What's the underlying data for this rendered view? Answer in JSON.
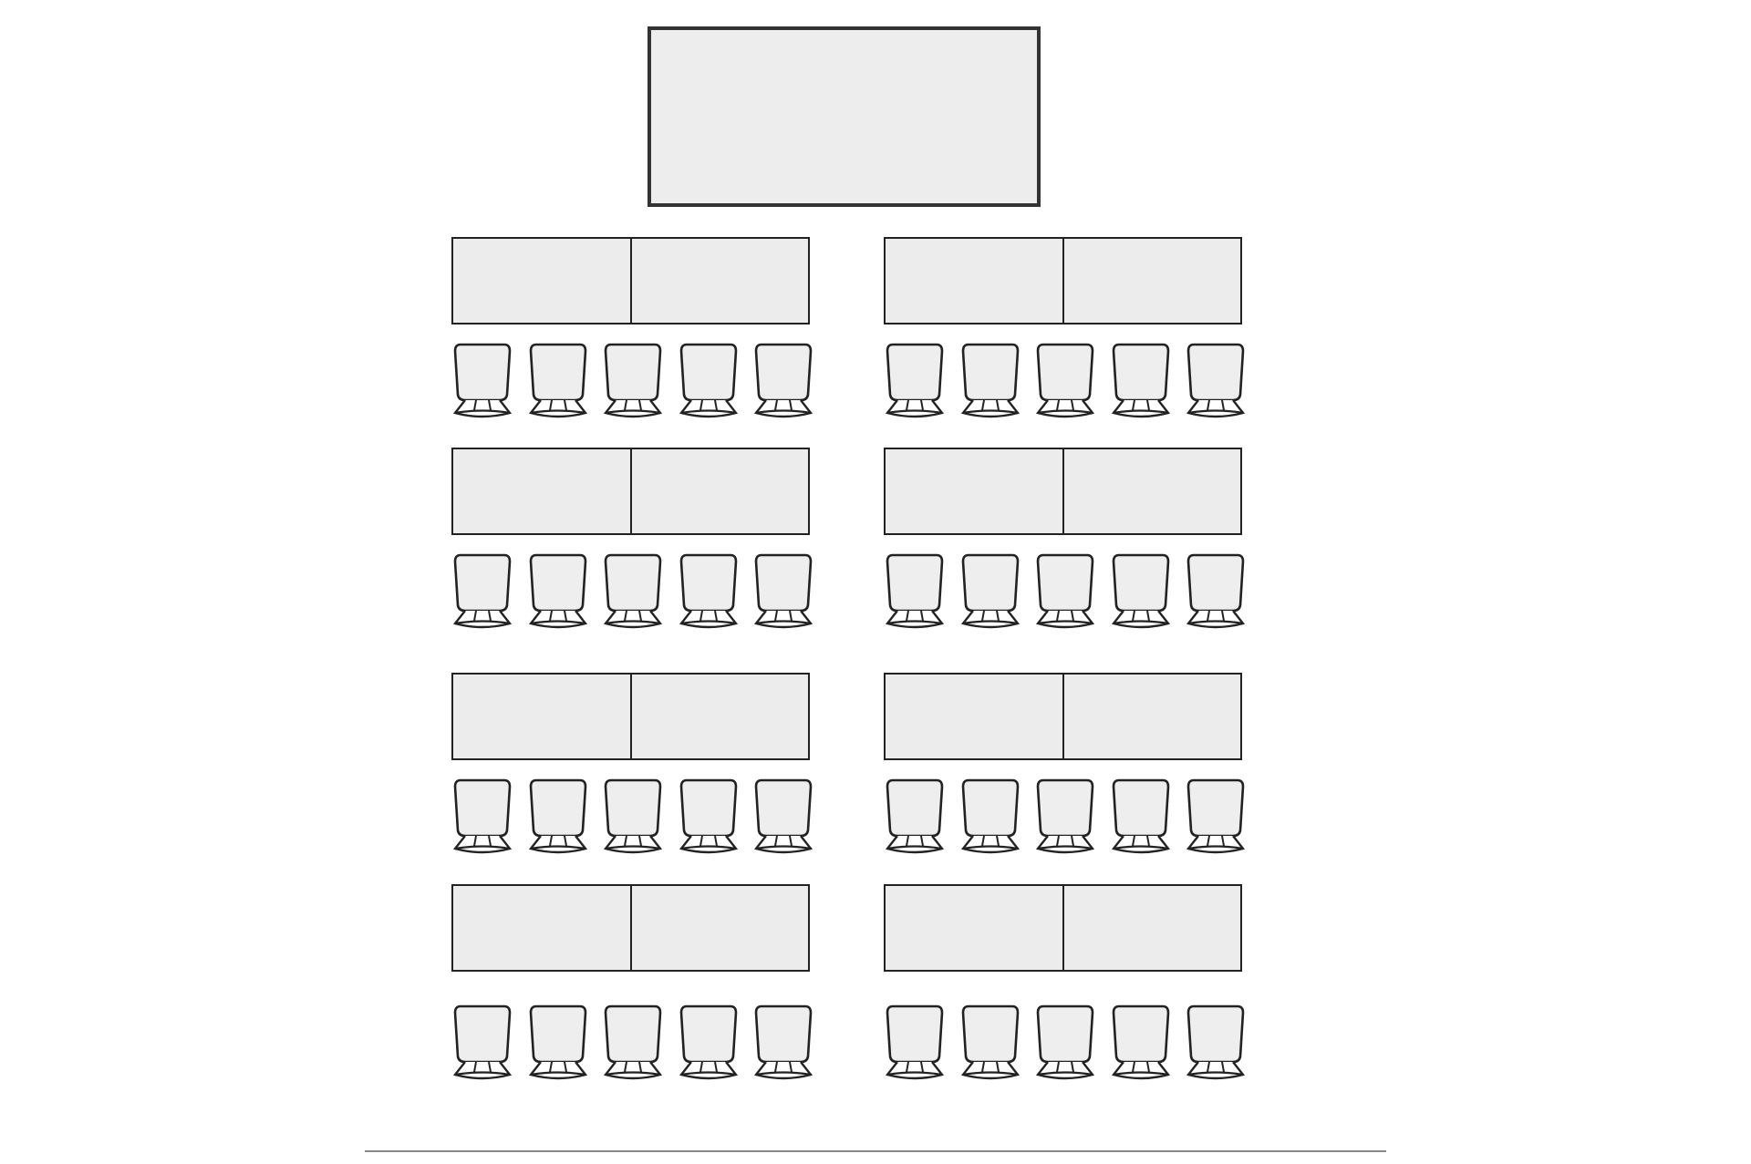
{
  "diagram": {
    "type": "classroom-seating-layout",
    "front_table": 1,
    "groups": 2,
    "rows_per_group": 4,
    "table_segments_per_row": 2,
    "chairs_per_row": 5,
    "colors": {
      "table_fill": "#ececec",
      "outline": "#222222",
      "chair_fill": "#eeeeee",
      "floor_line": "#888888"
    }
  }
}
